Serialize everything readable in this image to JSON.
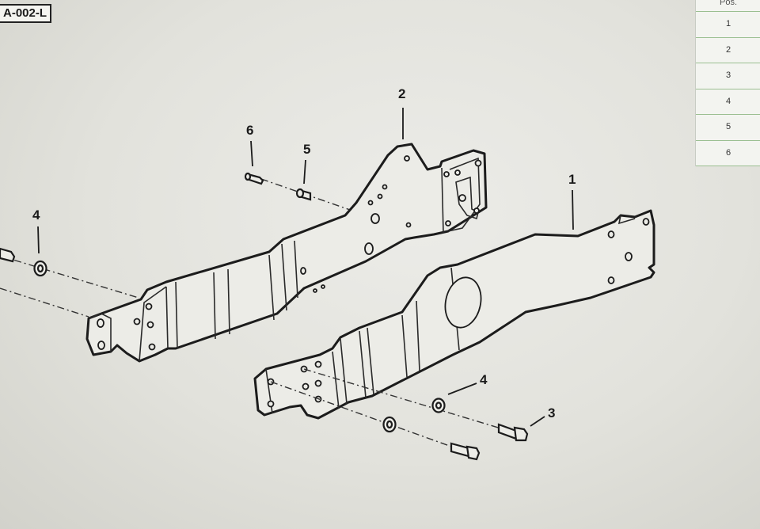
{
  "drawing_id": "A-002-L",
  "table": {
    "header": "Pos.",
    "rows": [
      "1",
      "2",
      "3",
      "4",
      "5",
      "6"
    ]
  },
  "callouts": {
    "c1": "1",
    "c2": "2",
    "c3": "3",
    "c4a": "4",
    "c4b": "4",
    "c5": "5",
    "c6": "6"
  }
}
